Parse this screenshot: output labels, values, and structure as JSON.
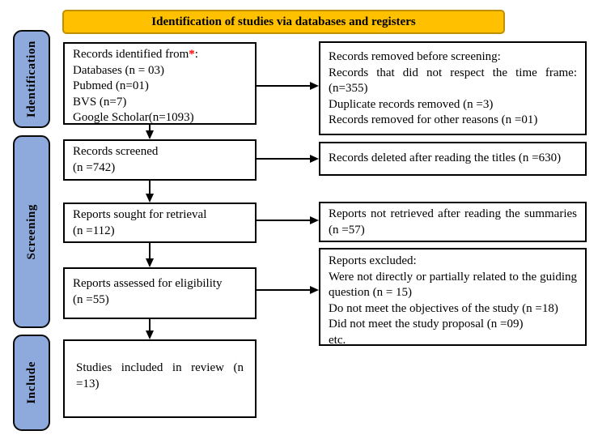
{
  "banner": {
    "title": "Identification of studies via databases and registers"
  },
  "colors": {
    "banner_fill": "#FFC000",
    "banner_border": "#BF9000",
    "stage_fill": "#8EA9DB",
    "box_border": "#000000",
    "asterisk_red": "#FF0000"
  },
  "stages": {
    "identification": "Identification",
    "screening": "Screening",
    "include": "Include"
  },
  "flow_boxes": {
    "records_identified": {
      "title_prefix": "Records identified from",
      "asterisk": "*",
      "title_suffix": ":",
      "lines": [
        "Databases (n = 03)",
        "Pubmed (n=01)",
        "BVS (n=7)",
        "Google Scholar(n=1093)"
      ]
    },
    "records_screened": {
      "lines": [
        "Records screened",
        "(n =742)"
      ]
    },
    "reports_sought": {
      "lines": [
        "Reports sought for retrieval",
        "(n =112)"
      ]
    },
    "reports_assessed": {
      "lines": [
        "Reports assessed for eligibility",
        "(n =55)"
      ]
    },
    "studies_included": {
      "lines": [
        "Studies included in review (n =13)"
      ]
    }
  },
  "side_boxes": {
    "removed_before_screening": {
      "lines": [
        "Records removed before screening:",
        "Records that did not respect the time frame: (n=355)",
        "Duplicate records removed (n =3)",
        "Records removed for other reasons (n =01)"
      ]
    },
    "records_deleted": {
      "lines": [
        "Records deleted after reading the titles (n =630)"
      ]
    },
    "reports_not_retrieved": {
      "lines": [
        "Reports not retrieved after reading the summaries (n =57)"
      ]
    },
    "reports_excluded": {
      "lines": [
        "Reports excluded:",
        "Were not directly or partially related to the guiding question (n = 15)",
        "Do not meet the objectives of the study (n =18)",
        "Did not meet the study proposal (n =09)",
        "etc."
      ]
    }
  }
}
